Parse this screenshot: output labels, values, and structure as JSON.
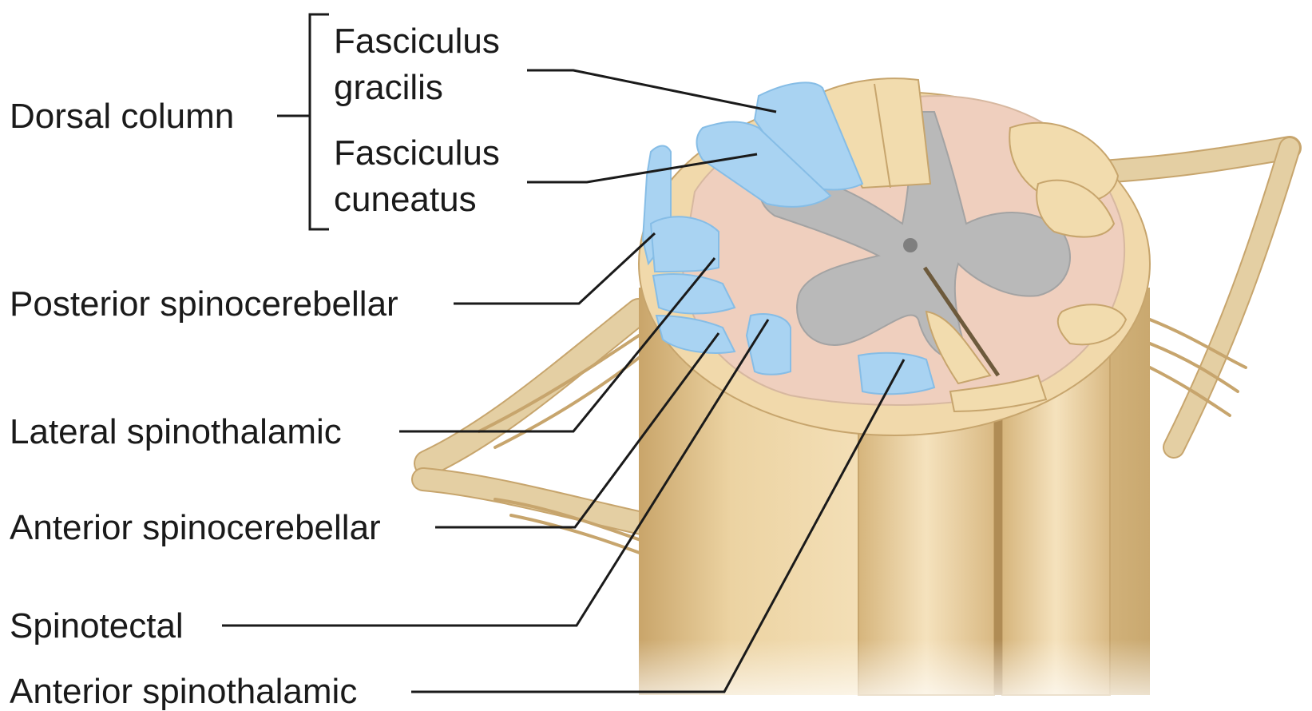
{
  "labels": {
    "dorsal_column": "Dorsal column",
    "fasciculus_gracilis_line1": "Fasciculus",
    "fasciculus_gracilis_line2": "gracilis",
    "fasciculus_cuneatus_line1": "Fasciculus",
    "fasciculus_cuneatus_line2": "cuneatus",
    "posterior_spinocerebellar": "Posterior spinocerebellar",
    "lateral_spinothalamic": "Lateral spinothalamic",
    "anterior_spinocerebellar": "Anterior spinocerebellar",
    "spinotectal": "Spinotectal",
    "anterior_spinothalamic": "Anterior spinothalamic"
  },
  "colors": {
    "tract_highlight": "#a9d3f2",
    "white_matter": "#f1d9ab",
    "cut_surface": "#efcfbe",
    "gray_matter": "#b8b8b8",
    "cord_shade": "#e2c48e",
    "line": "#1a1a1a"
  }
}
